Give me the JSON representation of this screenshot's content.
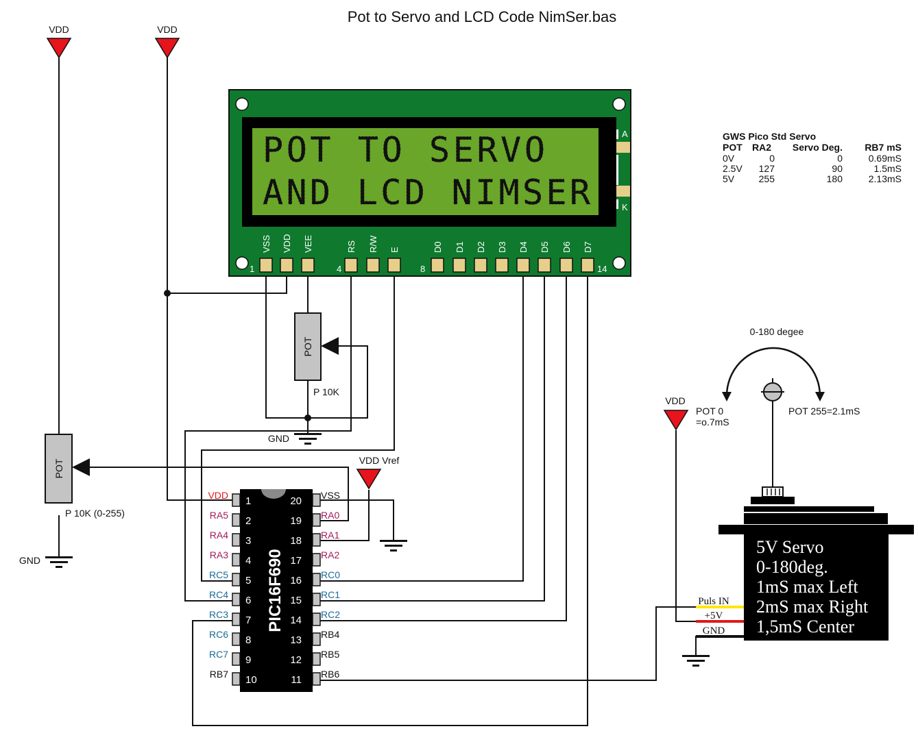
{
  "title": "Pot to Servo and LCD Code NimSer.bas",
  "colors": {
    "vdd_red": "#e8141c",
    "lcd_pcb": "#0f7a2e",
    "lcd_screen": "#6aa62a",
    "pad_tan": "#e6cf8a",
    "pin_gray": "#c4c4c4",
    "porta": "#a3195b",
    "portc": "#1b6a9a",
    "yellow_wire": "#ffe600",
    "red_wire": "#e01a1a"
  },
  "power": {
    "vdd_left_1": "VDD",
    "vdd_left_2": "VDD",
    "vdd_vref": "VDD Vref",
    "vdd_servo": "VDD",
    "gnd_1": "GND",
    "gnd_2": "GND"
  },
  "lcd": {
    "line1": "POT TO SERVO",
    "line2": "AND LCD NIMSER",
    "backlight_a": "A",
    "backlight_k": "K",
    "pin_numbers": {
      "p1": "1",
      "p4": "4",
      "p8": "8",
      "p14": "14"
    },
    "pins": [
      "VSS",
      "VDD",
      "VEE",
      "RS",
      "R/W",
      "E",
      "D0",
      "D1",
      "D2",
      "D3",
      "D4",
      "D5",
      "D6",
      "D7"
    ]
  },
  "pots": {
    "contrast": {
      "body": "POT",
      "value": "P 10K"
    },
    "input": {
      "body": "POT",
      "value": "P 10K (0-255)"
    }
  },
  "mcu": {
    "name": "PIC16F690",
    "left_pins": [
      {
        "num": "1",
        "name": "VDD",
        "port": "vdd"
      },
      {
        "num": "2",
        "name": "RA5",
        "port": "a"
      },
      {
        "num": "3",
        "name": "RA4",
        "port": "a"
      },
      {
        "num": "4",
        "name": "RA3",
        "port": "a"
      },
      {
        "num": "5",
        "name": "RC5",
        "port": "c"
      },
      {
        "num": "6",
        "name": "RC4",
        "port": "c"
      },
      {
        "num": "7",
        "name": "RC3",
        "port": "c"
      },
      {
        "num": "8",
        "name": "RC6",
        "port": "c"
      },
      {
        "num": "9",
        "name": "RC7",
        "port": "c"
      },
      {
        "num": "10",
        "name": "RB7",
        "port": "b"
      }
    ],
    "right_pins": [
      {
        "num": "20",
        "name": "VSS",
        "port": "b"
      },
      {
        "num": "19",
        "name": "RA0",
        "port": "a"
      },
      {
        "num": "18",
        "name": "RA1",
        "port": "a"
      },
      {
        "num": "17",
        "name": "RA2",
        "port": "a"
      },
      {
        "num": "16",
        "name": "RC0",
        "port": "c"
      },
      {
        "num": "15",
        "name": "RC1",
        "port": "c"
      },
      {
        "num": "14",
        "name": "RC2",
        "port": "c"
      },
      {
        "num": "13",
        "name": "RB4",
        "port": "b"
      },
      {
        "num": "12",
        "name": "RB5",
        "port": "b"
      },
      {
        "num": "11",
        "name": "RB6",
        "port": "b"
      }
    ]
  },
  "table": {
    "title": "GWS Pico Std Servo",
    "headers": [
      "POT",
      "RA2",
      "Servo Deg.",
      "RB7 mS"
    ],
    "rows": [
      [
        "0V",
        "0",
        "0",
        "0.69mS"
      ],
      [
        "2.5V",
        "127",
        "90",
        "1.5mS"
      ],
      [
        "5V",
        "255",
        "180",
        "2.13mS"
      ]
    ]
  },
  "servo": {
    "range_label": "0-180 degee",
    "left_label_1": "POT 0",
    "left_label_2": "=o.7mS",
    "right_label": "POT 255=2.1mS",
    "body_lines": [
      "5V Servo",
      "0-180deg.",
      "1mS max Left",
      "2mS max Right",
      "1,5mS Center"
    ],
    "wires": [
      "Puls IN",
      "+5V",
      "GND"
    ]
  }
}
